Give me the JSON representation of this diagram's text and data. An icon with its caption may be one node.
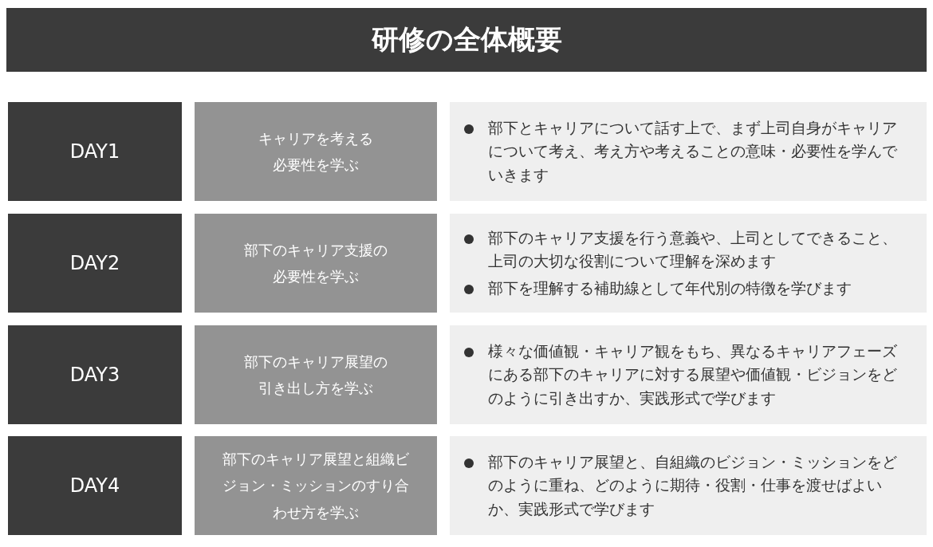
{
  "diagram": {
    "title": "研修の全体概要",
    "nodes": [
      {
        "text": [
          "DAY1"
        ]
      },
      {
        "text": [
          "キャリアを考える必要性を学ぶ"
        ]
      },
      {
        "text": [
          "部下とキャリアについて話す上で、まず上司自身がキャリアについて考え、考え方や考えることの意味・必要性を学んでいきます"
        ]
      },
      {
        "text": [
          "DAY2"
        ]
      },
      {
        "text": [
          "部下のキャリア支援の必要性を学ぶ"
        ]
      },
      {
        "text": [
          "部下のキャリア支援を行う意義や、上司としてできること、上司の大切な役割について理解を深めます",
          "部下を理解する補助線として年代別の特徴を学びます"
        ]
      },
      {
        "text": [
          "DAY3"
        ]
      },
      {
        "text": [
          "部下のキャリア展望の引き出し方を学ぶ"
        ]
      },
      {
        "text": [
          "様々な価値観・キャリア観をもち、異なるキャリアフェーズにある部下のキャリアに対する展望や価値観・ビジョンをどのように引き出すか、実践形式で学びます"
        ]
      },
      {
        "text": [
          "DAY4"
        ]
      },
      {
        "text": [
          "部下のキャリア展望と組織ビジョン・ミッションのすり合わせ方を学ぶ"
        ]
      },
      {
        "text": [
          "部下のキャリア展望と、自組織のビジョン・ミッションをどのように重ね、どのように期待・役割・仕事を渡せばよいか、実践形式で学びます"
        ]
      }
    ]
  }
}
